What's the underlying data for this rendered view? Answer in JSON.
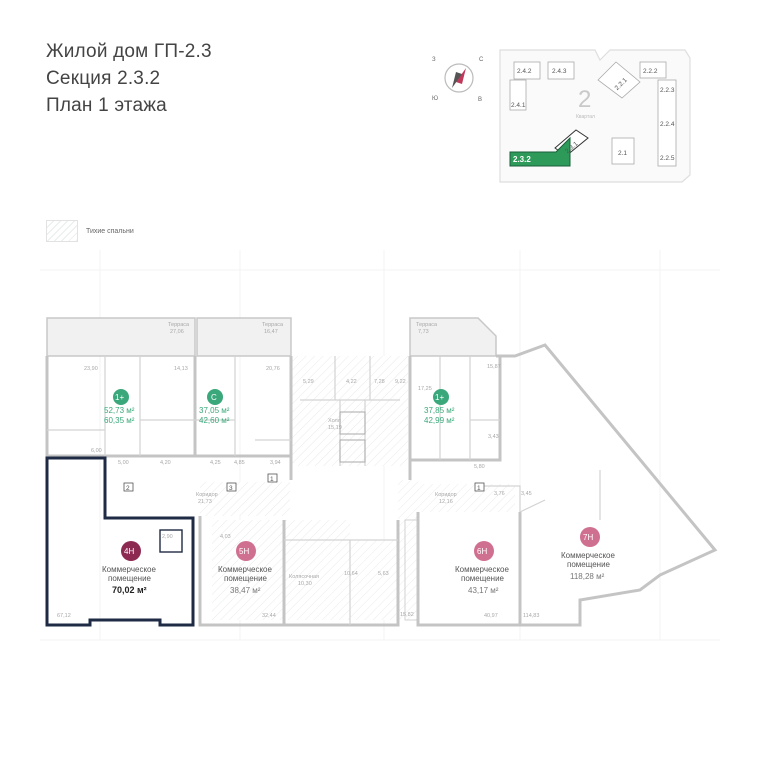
{
  "title": {
    "line1": "Жилой дом ГП-2.3",
    "line2": "Секция 2.3.2",
    "line3": "План 1 этажа"
  },
  "compass": {
    "n": "С",
    "s": "Ю",
    "w": "З",
    "e": "В"
  },
  "key_plan": {
    "building_number": "2",
    "building_caption": "Квартал",
    "labels": [
      "2.4.2",
      "2.4.3",
      "2.2.1",
      "2.2.2",
      "2.2.3",
      "2.4.1",
      "2.2.4",
      "2.3.1",
      "2.1",
      "2.2.5"
    ],
    "active_label": "2.3.2"
  },
  "legend": {
    "label": "Тихие спальни"
  },
  "terraces": {
    "t1": {
      "label": "Терраса",
      "area": "27,06"
    },
    "t2": {
      "label": "Терраса",
      "area": "16,47"
    },
    "t3": {
      "label": "Терраса",
      "area": "7,73"
    }
  },
  "apartments": {
    "a1": {
      "badge": "1+",
      "living": "52,73 м²",
      "total": "60,35 м²"
    },
    "a2": {
      "badge": "С",
      "living": "37,05 м²",
      "total": "42,60 м²"
    },
    "a3": {
      "badge": "1+",
      "living": "37,85 м²",
      "total": "42,99 м²"
    }
  },
  "commercial": {
    "label_line1": "Коммерческое",
    "label_line2": "помещение",
    "c4": {
      "badge": "4Н",
      "area": "70,02 м²",
      "room1": "2,90",
      "room2": "67,12"
    },
    "c5": {
      "badge": "5Н",
      "area": "38,47 м²",
      "room1": "4,03",
      "room2": "32,44"
    },
    "c6": {
      "badge": "6Н",
      "area": "43,17 м²",
      "room1": "40,97"
    },
    "c7": {
      "badge": "7Н",
      "area": "118,28 м²",
      "room1": "114,83"
    }
  },
  "rooms": {
    "r1": "23,90",
    "r2": "14,13",
    "r3": "20,76",
    "r4": "6,00",
    "r5": "5,00",
    "r6": "4,20",
    "r7": "4,25",
    "r8": "4,85",
    "r9": "3,94",
    "r10": "5,29",
    "r11": "4,22",
    "r12": "7,28",
    "r13": "9,22",
    "r14": "17,25",
    "r15": "15,87",
    "r16": "3,43",
    "r17": "5,80",
    "r18": "3,76",
    "r19": "3,45",
    "r20": "10,30",
    "r21": "10,64",
    "r22": "5,63",
    "r23": "15,82"
  },
  "labels": {
    "hall": "Холл",
    "hall_area": "15,19",
    "corridor_left": "Коридор",
    "corridor_left_area": "21,73",
    "corridor_right": "Коридор",
    "corridor_right_area": "12,16",
    "stroller": "Колясочная"
  },
  "markers": {
    "m1": "2",
    "m2": "3",
    "m3": "1",
    "m4": "1"
  },
  "colors": {
    "apartment": "#3aa87a",
    "commercial": "#8c2a52",
    "commercial_light": "#d07090",
    "key_active": "#2e9a5a",
    "highlight_outline": "#1f2a44"
  }
}
